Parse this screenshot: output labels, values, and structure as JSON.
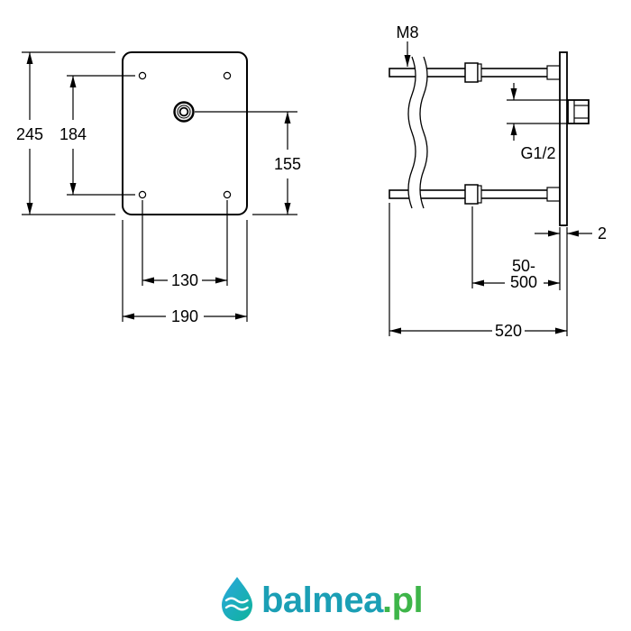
{
  "drawing": {
    "front_view": {
      "dims": {
        "height_total": "245",
        "hole_spacing_vertical": "184",
        "outlet_from_bottom": "155",
        "hole_spacing_horizontal": "130",
        "width_total": "190"
      }
    },
    "side_view": {
      "thread_label": "M8",
      "connection_thread": "G1/2",
      "plate_thickness": "2",
      "adjust_range_line1": "50-",
      "adjust_range_line2": "500",
      "stud_length": "520"
    }
  },
  "footer": {
    "brand_name": "balmea",
    "brand_tld": ".pl"
  },
  "colors": {
    "line": "#000000",
    "brand_teal": "#1b9fb5",
    "brand_green": "#3eb549",
    "drop_blue": "#2aa7df",
    "drop_teal": "#0fb39b"
  }
}
